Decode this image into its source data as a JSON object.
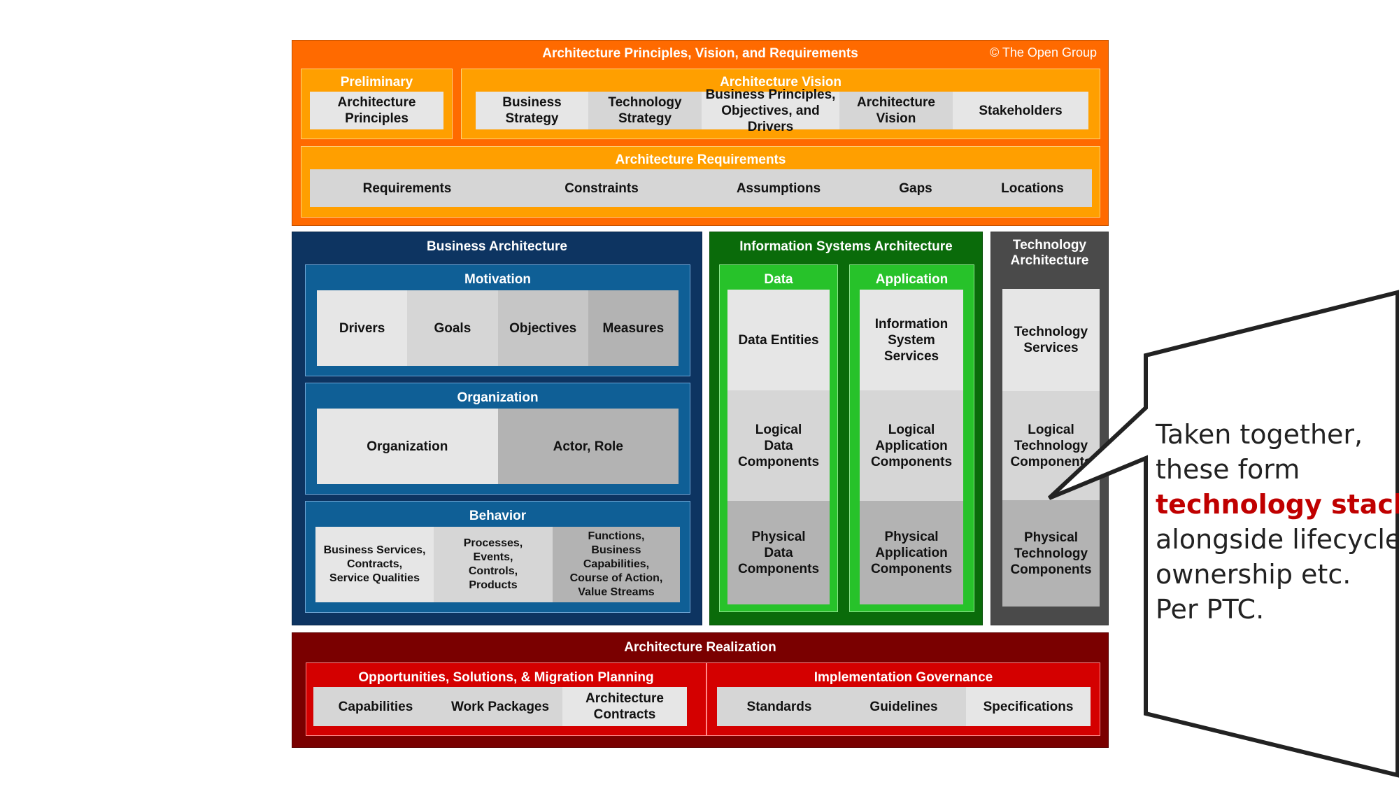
{
  "copyright": "© The Open Group",
  "principles": {
    "title": "Architecture Principles, Vision, and Requirements",
    "preliminary": {
      "title": "Preliminary",
      "item": "Architecture\nPrinciples"
    },
    "vision": {
      "title": "Architecture Vision",
      "items": [
        "Business\nStrategy",
        "Technology\nStrategy",
        "Business Principles,\nObjectives, and Drivers",
        "Architecture\nVision",
        "Stakeholders"
      ]
    },
    "requirements": {
      "title": "Architecture Requirements",
      "items": [
        "Requirements",
        "Constraints",
        "Assumptions",
        "Gaps",
        "Locations"
      ]
    }
  },
  "business": {
    "title": "Business Architecture",
    "motivation": {
      "title": "Motivation",
      "items": [
        "Drivers",
        "Goals",
        "Objectives",
        "Measures"
      ]
    },
    "organization": {
      "title": "Organization",
      "items": [
        "Organization",
        "Actor, Role"
      ]
    },
    "behavior": {
      "title": "Behavior",
      "items": [
        "Business Services,\nContracts,\nService Qualities",
        "Processes,\nEvents,\nControls,\nProducts",
        "Functions,\nBusiness\nCapabilities,\nCourse of Action,\nValue Streams"
      ]
    }
  },
  "infosys": {
    "title": "Information Systems Architecture",
    "data": {
      "title": "Data",
      "items": [
        "Data Entities",
        "Logical\nData\nComponents",
        "Physical\nData\nComponents"
      ]
    },
    "application": {
      "title": "Application",
      "items": [
        "Information\nSystem\nServices",
        "Logical\nApplication\nComponents",
        "Physical\nApplication\nComponents"
      ]
    }
  },
  "technology": {
    "title": "Technology\nArchitecture",
    "items": [
      "Technology\nServices",
      "Logical\nTechnology\nComponents",
      "Physical\nTechnology\nComponents"
    ]
  },
  "realization": {
    "title": "Architecture Realization",
    "opportunities": {
      "title": "Opportunities, Solutions, & Migration Planning",
      "items": [
        "Capabilities",
        "Work Packages",
        "Architecture\nContracts"
      ]
    },
    "governance": {
      "title": "Implementation Governance",
      "items": [
        "Standards",
        "Guidelines",
        "Specifications"
      ]
    }
  },
  "callout": {
    "line1": "Taken together,",
    "line2": "these form",
    "highlight": "technology stacks",
    "line4": "alongside lifecycle,",
    "line5": "ownership etc.",
    "line6": "Per PTC.",
    "highlight_color": "#c00000"
  },
  "colors": {
    "orange_outer": "#ff6a00",
    "orange_inner": "#ff9f00",
    "navy": "#0d3461",
    "blue_inner": "#0f5f96",
    "green_outer": "#0a6b0a",
    "green_inner": "#27c22a",
    "gray_tech": "#4a4a4a",
    "red_outer": "#7a0000",
    "red_inner": "#d40000"
  }
}
